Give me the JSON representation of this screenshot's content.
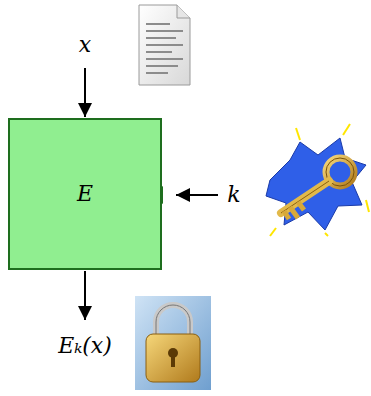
{
  "diagram": {
    "nodes": [
      {
        "text": [
          "E"
        ]
      }
    ],
    "labels": [
      "x",
      "k",
      "Eₖ(x)"
    ]
  }
}
